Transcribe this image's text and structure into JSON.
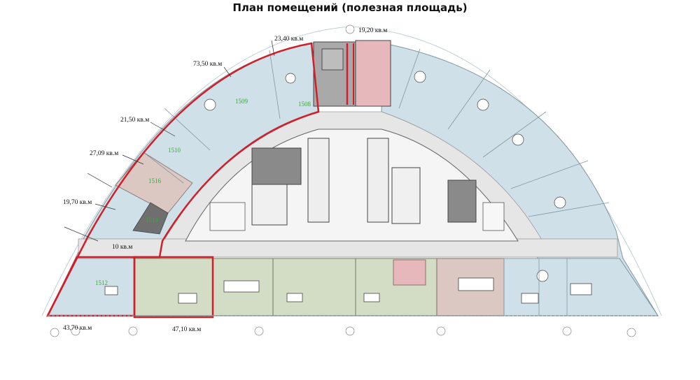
{
  "title": "План помещений (полезная площадь)",
  "areas": [
    {
      "id": "a1",
      "text": "23,40 кв.м"
    },
    {
      "id": "a2",
      "text": "19,20 кв.м"
    },
    {
      "id": "a3",
      "text": "73,50 кв.м"
    },
    {
      "id": "a4",
      "text": "21,50 кв.м"
    },
    {
      "id": "a5",
      "text": "27,09 кв.м"
    },
    {
      "id": "a6",
      "text": "19,70 кв.м"
    },
    {
      "id": "a7",
      "text": "10 кв.м"
    },
    {
      "id": "a8",
      "text": "43,70 кв.м"
    },
    {
      "id": "a9",
      "text": "47,10 кв.м"
    }
  ],
  "rooms": [
    {
      "id": "r1509",
      "text": "1509"
    },
    {
      "id": "r1508",
      "text": "1508"
    },
    {
      "id": "r1510",
      "text": "1510"
    },
    {
      "id": "r1516",
      "text": "1516"
    },
    {
      "id": "r1514",
      "text": "1514"
    },
    {
      "id": "r1512",
      "text": "1512"
    }
  ],
  "colors": {
    "office_blue": "#cfe0e8",
    "office_green": "#d3dcc4",
    "office_pink": "#dcc8c3",
    "wc_pink": "#e6b8bc",
    "core_gray": "#a9a9a9",
    "dark_gray": "#6f6f6f",
    "corridor": "#e4e4e4",
    "wall": "#555555",
    "highlight": "#d11f2a"
  }
}
